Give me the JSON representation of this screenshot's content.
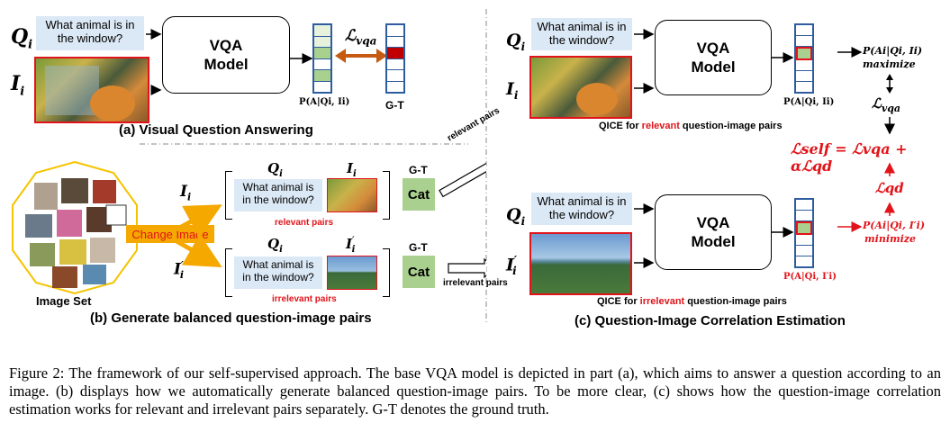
{
  "question_text": "What animal is in the window?",
  "vqa_model": {
    "line1": "VQA",
    "line2": "Model"
  },
  "symbols": {
    "Q": "Q",
    "Q_sub": "i",
    "I": "I",
    "I_sub": "i",
    "I_prime_sub": "i",
    "prime": "′",
    "L_vqa": "ℒ",
    "L_vqa_sub": "vqa",
    "prob_label_a": "P(A|Qi, Ii)",
    "prob_label_c_top": "P(A|Qi, Ii)",
    "prob_label_c_bot": "P(A|Qi, I′i)",
    "max_formula": "P(Ai|Qi, Ii)",
    "maximize": "maximize",
    "min_formula": "P(Ai|Qi, I′i)",
    "minimize": "minimize",
    "L_self_eq": "ℒself = ℒvqa + αℒqd",
    "L_qd": "ℒqd"
  },
  "gt_label": "G-T",
  "cat_label": "Cat",
  "part_a_title": "(a) Visual Question Answering",
  "part_b_title": "(b) Generate balanced question-image pairs",
  "part_c_title": "(c) Question-Image Correlation Estimation",
  "image_set_label": "Image Set",
  "change_image_label": "Change Image",
  "relevant_pairs": "relevant pairs",
  "irrelevant_pairs": "irrelevant pairs",
  "qice_prefix": "QICE for ",
  "qice_relevant": "relevant",
  "qice_irrelevant": "irrelevant",
  "qice_suffix": " question-image pairs",
  "caption": "Figure 2: The framework of our self-supervised approach. The base VQA model is depicted in part (a), which aims to answer a question according to an image. (b) displays how we automatically generate balanced question-image pairs. To be more clear, (c) shows how the question-image correlation estimation works for relevant and irrelevant pairs separately. G-T denotes the ground truth.",
  "colors": {
    "accent_red": "#e0141a",
    "question_bg": "#dbe8f5",
    "vector_blue": "#2e5d9f",
    "highlight_green": "#a9d08e",
    "orange": "#f5a800",
    "brown_arrow": "#c55a11"
  }
}
